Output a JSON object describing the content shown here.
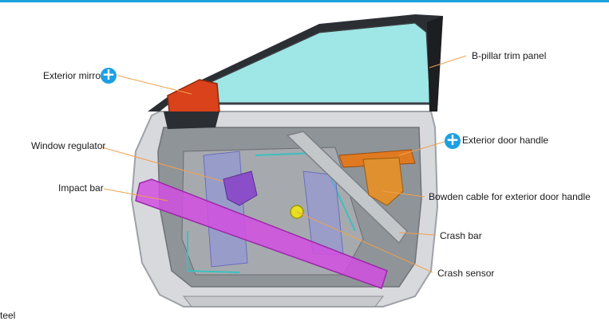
{
  "labels": {
    "exterior_mirror": "Exterior mirror",
    "b_pillar": "B-pillar trim panel",
    "window_regulator": "Window regulator",
    "exterior_door_handle": "Exterior door handle",
    "impact_bar": "Impact bar",
    "bowden_cable": "Bowden cable for exterior door handle",
    "crash_bar": "Crash bar",
    "crash_sensor": "Crash sensor",
    "footer_fragment": "teel"
  },
  "hotspot_icon": "plus-icon",
  "colors": {
    "accent": "#1e9fe3",
    "leader_line": "#f0a050",
    "mirror": "#d9421a",
    "glass": "#9fe6e6",
    "impact_bar": "#d24fe0",
    "handle": "#e07a20",
    "sensor": "#e6e020"
  }
}
